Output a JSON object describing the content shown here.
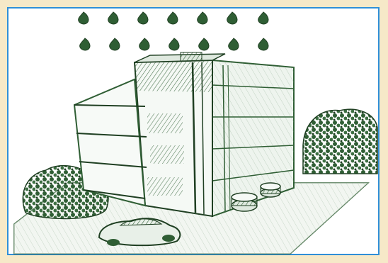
{
  "illustration": {
    "subject": "rainwater-harvesting-building",
    "ink_color": "#2f5e34",
    "ink_dark": "#1f3f22",
    "ink_light": "#cfe0cf",
    "frame_border_color": "#2f8fd8",
    "outer_background": "#f6e9c8",
    "rain_rows": 2,
    "rain_cols": 7,
    "icons": [
      "raindrop-icon",
      "building-icon",
      "tree-icon",
      "car-icon",
      "tank-icon"
    ]
  }
}
